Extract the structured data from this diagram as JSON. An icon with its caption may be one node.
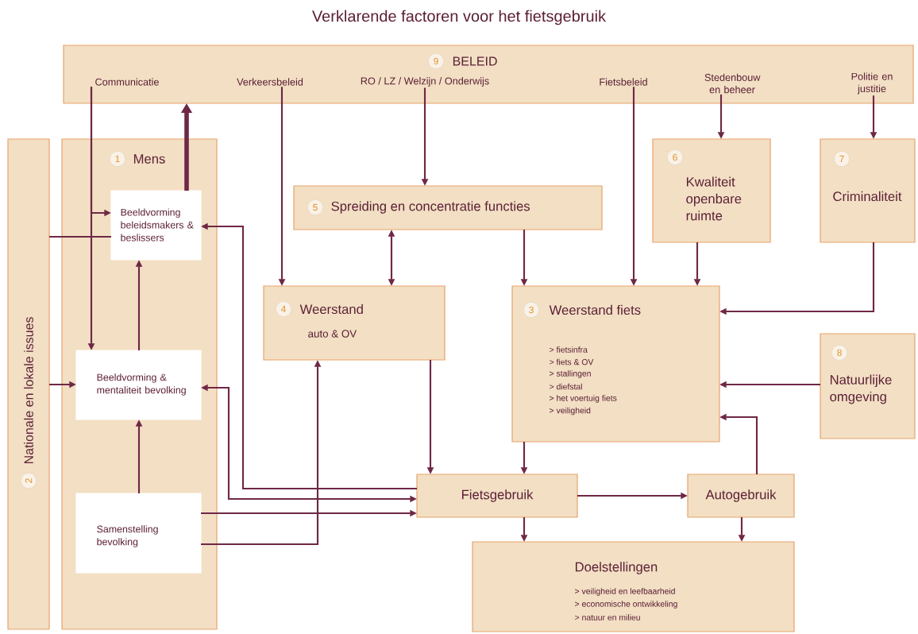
{
  "diagram": {
    "title": "Verklarende factoren voor het fietsgebruik",
    "nodes": [
      {
        "text": [
          "9",
          "BELEID"
        ]
      },
      {
        "text": [
          "Communicatie"
        ],
        "in": 0
      },
      {
        "text": [
          "Verkeersbeleid"
        ],
        "in": 0
      },
      {
        "text": [
          "RO / LZ / Welzijn / Onderwijs"
        ],
        "in": 0
      },
      {
        "text": [
          "Fietsbeleid"
        ],
        "in": 0
      },
      {
        "text": [
          "Stedenbouw en beheer"
        ],
        "in": 0
      },
      {
        "text": [
          "Politie en justitie"
        ],
        "in": 0
      },
      {
        "text": [
          "2",
          "Nationale en lokale issues"
        ]
      },
      {
        "text": [
          "1",
          "Mens"
        ]
      },
      {
        "text": [
          "Beeldvorming beleidsmakers & beslissers"
        ],
        "in": 8
      },
      {
        "text": [
          "Beeldvorming & mentaliteit bevolking"
        ],
        "in": 8
      },
      {
        "text": [
          "Samenstelling bevolking"
        ],
        "in": 8
      },
      {
        "text": [
          "5",
          "Spreiding en concentratie functies"
        ]
      },
      {
        "text": [
          "4",
          "Weerstand",
          "auto & OV"
        ]
      },
      {
        "text": [
          "6",
          "Kwaliteit openbare ruimte"
        ]
      },
      {
        "text": [
          "7",
          "Criminaliteit"
        ]
      },
      {
        "text": [
          "3",
          "Weerstand fiets",
          "> fietsinfra",
          "> fiets & OV",
          "> stallingen",
          "> diefstal",
          "> het voertuig fiets",
          "> veiligheid"
        ]
      },
      {
        "text": [
          "8",
          "Natuurlijke omgeving"
        ]
      },
      {
        "text": [
          "Fietsgebruik"
        ]
      },
      {
        "text": [
          "Autogebruik"
        ]
      },
      {
        "text": [
          "Doelstellingen",
          "> veiligheid en leefbaarheid",
          "> economische ontwikkeling",
          "> natuur en milieu"
        ]
      }
    ],
    "edges": [
      {
        "from": 1,
        "to": 10,
        "arrow": "to"
      },
      {
        "from": 1,
        "to": 9,
        "arrow": "to"
      },
      {
        "from": 9,
        "to": 0,
        "arrow": "to",
        "style": "thick"
      },
      {
        "from": 7,
        "to": 9,
        "arrow": "none"
      },
      {
        "from": 7,
        "to": 10,
        "arrow": "to"
      },
      {
        "from": 11,
        "to": 10,
        "arrow": "to"
      },
      {
        "from": 10,
        "to": 9,
        "arrow": "to"
      },
      {
        "from": 2,
        "to": 13,
        "arrow": "to"
      },
      {
        "from": 3,
        "to": 12,
        "arrow": "to"
      },
      {
        "from": 12,
        "to": 13,
        "arrow": "both"
      },
      {
        "from": 12,
        "to": 16,
        "arrow": "to"
      },
      {
        "from": 4,
        "to": 16,
        "arrow": "to"
      },
      {
        "from": 5,
        "to": 14,
        "arrow": "to"
      },
      {
        "from": 6,
        "to": 15,
        "arrow": "to"
      },
      {
        "from": 14,
        "to": 16,
        "arrow": "to"
      },
      {
        "from": 15,
        "to": 16,
        "arrow": "to"
      },
      {
        "from": 17,
        "to": 16,
        "arrow": "to"
      },
      {
        "from": 19,
        "to": 16,
        "arrow": "to"
      },
      {
        "from": 16,
        "to": 18,
        "arrow": "to"
      },
      {
        "from": 13,
        "to": 18,
        "arrow": "to"
      },
      {
        "from": 18,
        "to": 9,
        "arrow": "to"
      },
      {
        "from": 10,
        "to": 18,
        "arrow": "both"
      },
      {
        "from": 11,
        "to": 18,
        "arrow": "to"
      },
      {
        "from": 11,
        "to": 13,
        "arrow": "to"
      },
      {
        "from": 18,
        "to": 19,
        "arrow": "to"
      },
      {
        "from": 18,
        "to": 20,
        "arrow": "to"
      },
      {
        "from": 19,
        "to": 20,
        "arrow": "to"
      }
    ]
  }
}
